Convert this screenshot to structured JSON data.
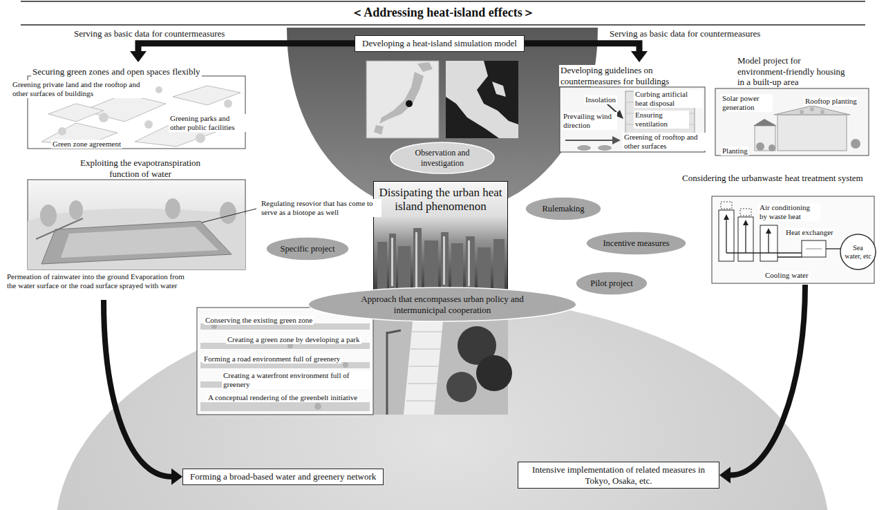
{
  "diagram": {
    "title": "＜Addressing heat-island effects＞",
    "nodes": [
      {
        "text": [
          "Developing a heat-island simulation model"
        ]
      },
      {
        "text": [
          "Observation and investigation"
        ]
      },
      {
        "text": [
          "Dissipating the urban heat island phenomenon"
        ]
      },
      {
        "text": [
          "Specific project"
        ]
      },
      {
        "text": [
          "Rulemaking"
        ]
      },
      {
        "text": [
          "Incentive measures"
        ]
      },
      {
        "text": [
          "Pilot project"
        ]
      },
      {
        "text": [
          "Approach that encompasses urban policy and intermunicipal cooperation"
        ]
      },
      {
        "text": [
          "Securing green zones and open spaces flexibly",
          "Greening private land and the rooftop and other surfaces of buildings",
          "Greening parks and other public facilities",
          "Green zone agreement"
        ]
      },
      {
        "text": [
          "Exploiting the evapotranspiration function of water",
          "Regulating resovior that has come to serve as a biotope as well",
          "Permeation of rainwater into the ground Evaporation from the water surface or the road surface sprayed with water"
        ]
      },
      {
        "text": [
          "Conserving the existing green zone",
          "Creating a green zone by developing a park",
          "Forming a road environment full of greenery",
          "Creating a waterfront environment full of greenery",
          "A conceptual rendering of the greenbelt initiative"
        ]
      },
      {
        "text": [
          "Forming a broad-based water and greenery network"
        ]
      },
      {
        "text": [
          "Intensive implementation of related measures in Tokyo, Osaka, etc."
        ]
      },
      {
        "text": [
          "Developing guidelines on countermeasures for buildings",
          "Insolation",
          "Curbing artificial heat disposal",
          "Ensuring ventilation",
          "Prevailing wind direction",
          "Greening of rooftop and other surfaces"
        ]
      },
      {
        "text": [
          "Model project for environment-friendly housing in a built-up area",
          "Solar power generation",
          "Rooftop planting",
          "Planting"
        ]
      },
      {
        "text": [
          "Considering the urbanwaste heat treatment system",
          "Air conditioning by waste heat",
          "Heat exchanger",
          "Cooling water"
        ]
      },
      {
        "text": [
          "Sea water, etc"
        ],
        "in": 15
      }
    ],
    "edges": [
      {
        "from": 0,
        "to": 8,
        "arrow": "to",
        "label": "Serving as basic data for countermeasures"
      },
      {
        "from": 0,
        "to": 13,
        "arrow": "to",
        "label": "Serving as basic data for countermeasures"
      },
      {
        "from": 9,
        "to": 11,
        "arrow": "to"
      },
      {
        "from": 15,
        "to": 12,
        "arrow": "to"
      }
    ]
  }
}
